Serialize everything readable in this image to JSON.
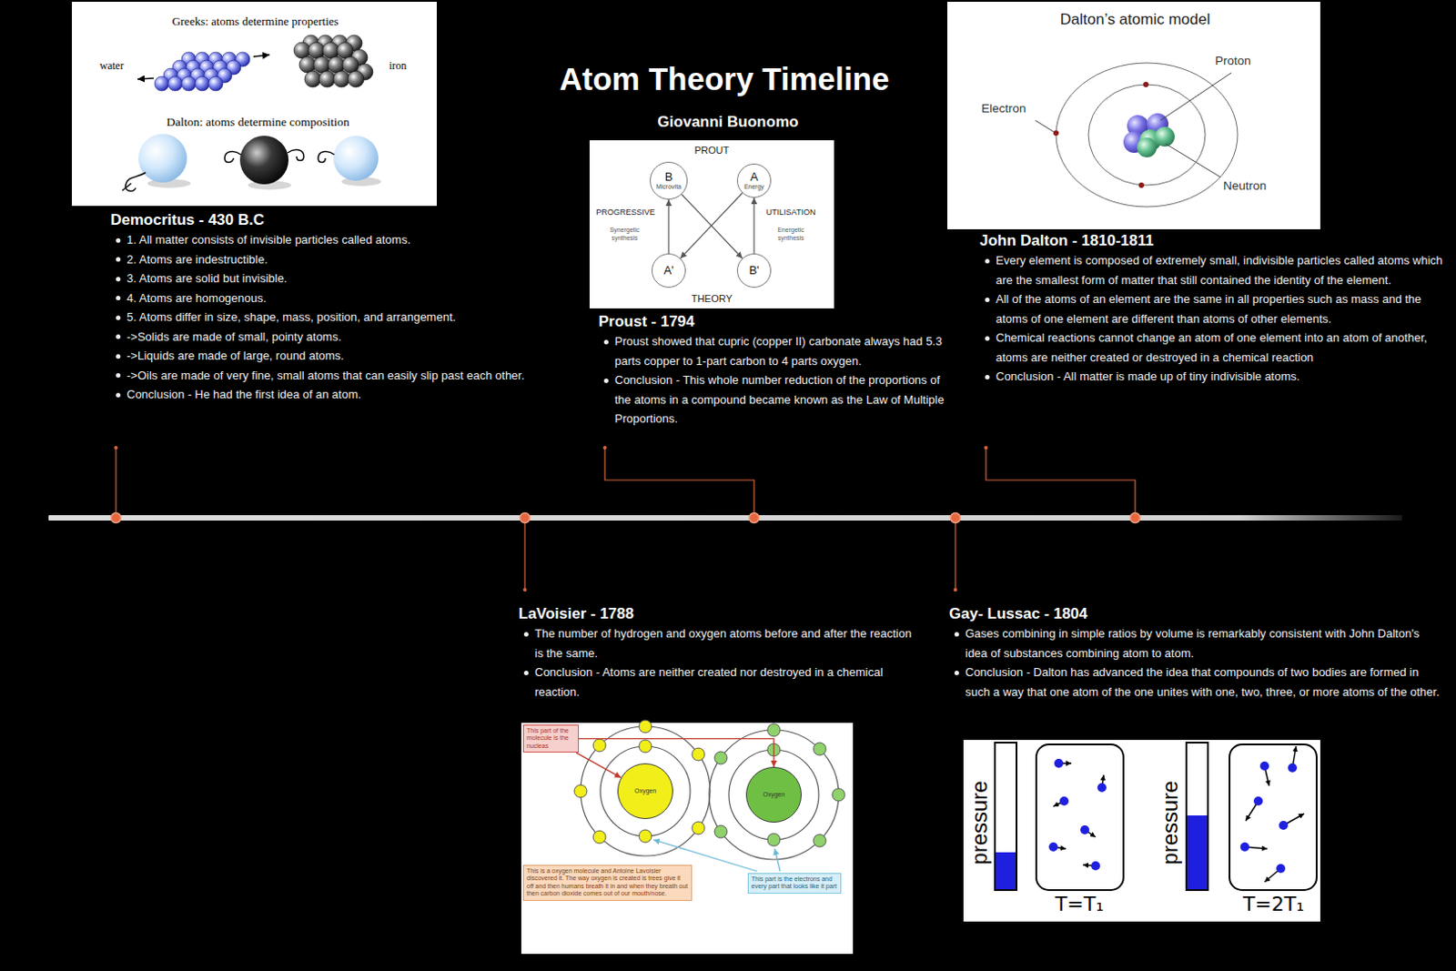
{
  "diagram": {
    "title": "Atom Theory Timeline",
    "nodes": [
      {
        "text": [
          "Democritus - 430 B.C",
          "1. All matter consists of invisible particles called atoms.",
          "2. Atoms are indestructible.",
          "3. Atoms are solid but invisible.",
          "4. Atoms are homogenous.",
          "5. Atoms differ in size, shape, mass, position, and arrangement.",
          "->Solids are made of small, pointy atoms.",
          "->Liquids are made of large, round atoms.",
          "->Oils are made of very fine, small atoms that can easily slip past each other.",
          "Conclusion - He had the first idea of an atom."
        ]
      },
      {
        "text": [
          "PROUT",
          "THEORY"
        ]
      },
      {
        "text": [
          "B",
          "Microvita"
        ],
        "in": 1
      },
      {
        "text": [
          "A",
          "Energy"
        ],
        "in": 1
      },
      {
        "text": [
          "A'"
        ],
        "in": 1
      },
      {
        "text": [
          "B'"
        ],
        "in": 1
      },
      {
        "text": [
          "Proust - 1794",
          "Proust showed that cupric (copper II) carbonate always had 5.3 parts copper to 1-part carbon to 4 parts oxygen.",
          "Conclusion - This whole number reduction of the proportions of the atoms in a compound became known as the Law of Multiple Proportions."
        ]
      },
      {
        "text": [
          "John Dalton - 1810-1811",
          "Every element is composed of extremely small, indivisible particles called atoms which are the smallest form of matter that still contained the identity of the element.",
          "All of the atoms of an element are the same in all properties such as mass and the atoms of one element are different than atoms of other elements.",
          "Chemical reactions cannot change an atom of one element into an atom of another, atoms are neither created or destroyed in a chemical reaction",
          "Conclusion - All matter is made up of tiny indivisible atoms."
        ]
      },
      {
        "text": [
          "LaVoisier - 1788",
          "The number of hydrogen and oxygen atoms before and after the reaction is the same.",
          "Conclusion - Atoms are neither created nor destroyed in a chemical reaction."
        ]
      },
      {
        "text": [
          "Oxygen"
        ]
      },
      {
        "text": [
          "Oxygen"
        ]
      },
      {
        "text": [
          "This part of the molecule is the nucleas"
        ]
      },
      {
        "text": [
          "This is a oxygen molecule and Antoine Lavoisier discovered it. The way oxygen is created is trees give it off and then humans breath it in and when they breath out then carbon dioxide comes out of our mouth/nose."
        ]
      },
      {
        "text": [
          "This part is the electrons and every part that looks like it part"
        ]
      },
      {
        "text": [
          "Gay- Lussac - 1804",
          "Gases combining in simple ratios by volume is remarkably consistent with John Dalton's idea of substances combining atom to atom.",
          "Conclusion - Dalton has advanced the idea that compounds of two bodies are formed in such a way that one atom of the one unites with one, two, three, or more atoms of the other."
        ]
      }
    ],
    "edges": [
      {
        "from": 4,
        "to": 2,
        "arrow": "to"
      },
      {
        "from": 5,
        "to": 3,
        "arrow": "to"
      },
      {
        "from": 2,
        "to": 5,
        "arrow": "to"
      },
      {
        "from": 3,
        "to": 4,
        "arrow": "to"
      },
      {
        "from": 11,
        "to": 9,
        "arrow": "to"
      },
      {
        "from": 11,
        "to": 10,
        "arrow": "to"
      }
    ],
    "labels": [
      "Giovanni Buonomo",
      "Greeks: atoms determine properties",
      "water",
      "iron",
      "Dalton: atoms determine composition",
      "PROGRESSIVE",
      "UTILISATION",
      "Synergetic synthesis",
      "Energetic synthesis",
      "Dalton’s atomic model",
      "Proton",
      "Electron",
      "Neutron",
      "pressure",
      "T=T₁",
      "pressure",
      "T=2T₁"
    ]
  }
}
